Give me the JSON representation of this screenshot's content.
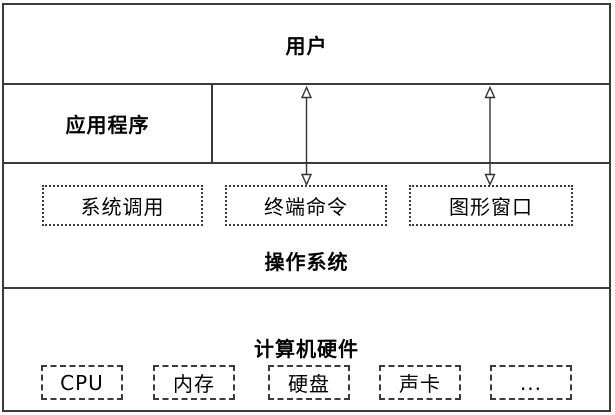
{
  "diagram": {
    "title_region": {
      "user_label": "用户"
    },
    "application_layer": {
      "label": "应用程序"
    },
    "os_layer": {
      "label": "操作系统",
      "interfaces": [
        "系统调用",
        "终端命令",
        "图形窗口"
      ]
    },
    "hardware_layer": {
      "label": "计算机硬件",
      "components": [
        "CPU",
        "内存",
        "硬盘",
        "声卡",
        "..."
      ]
    },
    "arrows": [
      {
        "name": "user-terminal-arrow",
        "type": "bidirectional"
      },
      {
        "name": "user-gui-arrow",
        "type": "bidirectional"
      }
    ],
    "colors": {
      "line": "#3b3b3b",
      "background": "#ffffff",
      "text": "#000000"
    }
  }
}
